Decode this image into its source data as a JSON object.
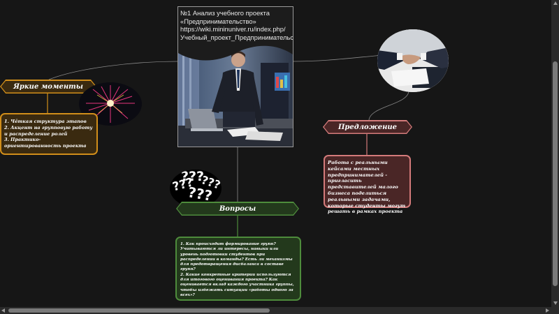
{
  "center_card": {
    "caption": "№1 Анализ учебного проекта «Предпринимательство»\nhttps://wiki.mininuniver.ru/index.php/Учебный_проект_Предпринимательство"
  },
  "highlights": {
    "title": "Яркие моменты",
    "text": "1. Чёткая структура этапов\n2. Акцент на групповую работу и распределение ролей\n3. Практико-ориентированность проекта"
  },
  "proposal": {
    "title": "Предложение",
    "text": "Работа с реальными кейсами местных предпринимателей - пригласить представителей малого бизнеса поделиться реальными задачами, которые студенты могут решать в рамках проекта"
  },
  "questions": {
    "title": "Вопросы",
    "text": "1. Как происходит формирование групп? Учитываются ли интересы, навыки или уровень подготовки студентов при распределении в команды? Есть ли механизмы для предотвращения дисбаланса в составе групп?\n2. Какие конкретные критерии используются для итогового оценивания проекта? Как оценивается вклад каждого участника группы, чтобы избежать ситуации «работы одного за всех»?",
    "image_glyphs": "???"
  },
  "colors": {
    "background": "#161616",
    "highlights_accent": "#d18e1a",
    "proposal_accent": "#d47b7b",
    "questions_accent": "#4e8c3c"
  },
  "icons": {
    "scroll_up": "arrow-up-icon",
    "scroll_down": "arrow-down-icon",
    "scroll_left": "arrow-left-icon",
    "scroll_right": "arrow-right-icon"
  }
}
